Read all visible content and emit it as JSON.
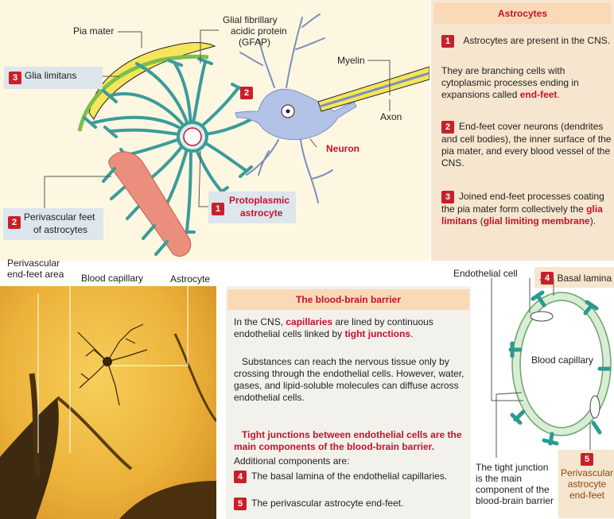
{
  "astrocytes": {
    "title": "Astrocytes",
    "p1": "Astrocytes are present in the CNS.",
    "p1b": "They are branching cells with cytoplasmic processes ending in expansions called",
    "end_feet": "end-feet",
    "p2": "End-feet cover neurons (dendrites and cell bodies), the inner surface of the pia mater, and every blood vessel of the CNS.",
    "p3a": "Joined end-feet processes coating the pia mater form collectively the",
    "glia_limitans_term": "glia limitans",
    "glm_term": "glial limiting membrane"
  },
  "top_labels": {
    "pia_mater": "Pia mater",
    "gfap_line1": "Glial fibrillary",
    "gfap_line2": "acidic protein",
    "gfap_line3": "(GFAP)",
    "myelin": "Myelin",
    "axon": "Axon",
    "neuron": "Neuron",
    "glia_limitans": "Glia limitans",
    "perivascular_line1": "Perivascular feet",
    "perivascular_line2": "of astrocytes",
    "protoplasmic_line1": "Protoplasmic",
    "protoplasmic_line2": "astrocyte"
  },
  "badges": {
    "one": "1",
    "two": "2",
    "three": "3",
    "four": "4",
    "five": "5"
  },
  "micro_labels": {
    "endfeet_line1": "Perivascular",
    "endfeet_line2": "end-feet area",
    "capillary": "Blood capillary",
    "astrocyte": "Astrocyte"
  },
  "bbb": {
    "title": "The blood-brain barrier",
    "p1a": "In the CNS,",
    "capillaries": "capillaries",
    "p1b": "are lined by continuous endothelial cells linked by",
    "tight_junctions": "tight junctions",
    "p2": "Substances can reach the nervous tissue only by crossing through the endothelial cells. However, water, gases, and lipid-soluble molecules can diffuse across endothelial cells.",
    "p3": "Tight junctions between endothelial cells are the main components of the blood-brain barrier.",
    "p3b": "Additional components are:",
    "item4": "The basal lamina of the endothelial capillaries.",
    "item5": "The perivascular astrocyte end-feet."
  },
  "capillary_labels": {
    "endothelial": "Endothelial cell",
    "basal_lamina": "Basal lamina",
    "blood_capillary": "Blood capillary",
    "tj_line1": "The tight junction",
    "tj_line2": "is the main",
    "tj_line3": "component of the",
    "tj_line4": "blood-brain barrier",
    "pv_line1": "Perivascular",
    "pv_line2": "astrocyte",
    "pv_line3": "end-feet"
  },
  "colors": {
    "accent_red": "#c8102e",
    "badge_red": "#c8202a",
    "astro_teal": "#3a9c9a",
    "neuron_blue": "#b3c3e8",
    "vessel_pink": "#ec8e7e",
    "pia_yellow": "#f6e55a"
  }
}
